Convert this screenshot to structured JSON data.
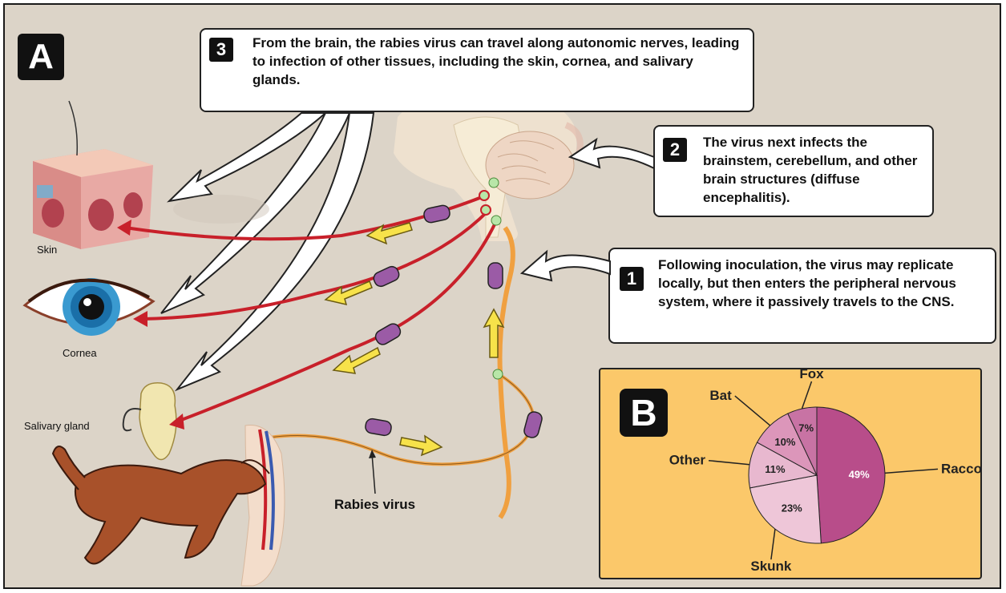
{
  "panel_a": {
    "letter": "A"
  },
  "panel_b": {
    "letter": "B"
  },
  "callouts": {
    "step3": {
      "number": "3",
      "text": "From the brain, the rabies virus can travel along autonomic nerves, leading to infection of other tissues, including the skin, cornea, and salivary glands."
    },
    "step2": {
      "number": "2",
      "text": "The virus next infects the brainstem, cerebellum, and other brain structures (diffuse encephalitis)."
    },
    "step1": {
      "number": "1",
      "text": "Following inoculation, the virus may replicate locally, but then enters the peripheral nervous system, where it passively travels to the CNS."
    }
  },
  "labels": {
    "skin": "Skin",
    "cornea": "Cornea",
    "salivary_gland": "Salivary gland",
    "rabies_virus": "Rabies virus"
  },
  "colors": {
    "background": "#dcd4c8",
    "panel_b_bg": "#fbc86a",
    "nerve_red": "#c8202a",
    "nerve_orange": "#f0a040",
    "virus_purple": "#9b5ba6",
    "arrow_yellow": "#f7e24a",
    "pie_raccoon": "#b84d8a",
    "pie_skunk": "#eec6d8",
    "pie_other": "#e8b8cf",
    "pie_bat": "#dc96ba",
    "pie_fox": "#c873a4"
  },
  "chart_data": {
    "type": "pie",
    "categories": [
      "Raccoon",
      "Skunk",
      "Other",
      "Bat",
      "Fox"
    ],
    "values": [
      49,
      23,
      11,
      10,
      7
    ],
    "value_labels": [
      "49%",
      "23%",
      "11%",
      "10%",
      "7%"
    ]
  }
}
